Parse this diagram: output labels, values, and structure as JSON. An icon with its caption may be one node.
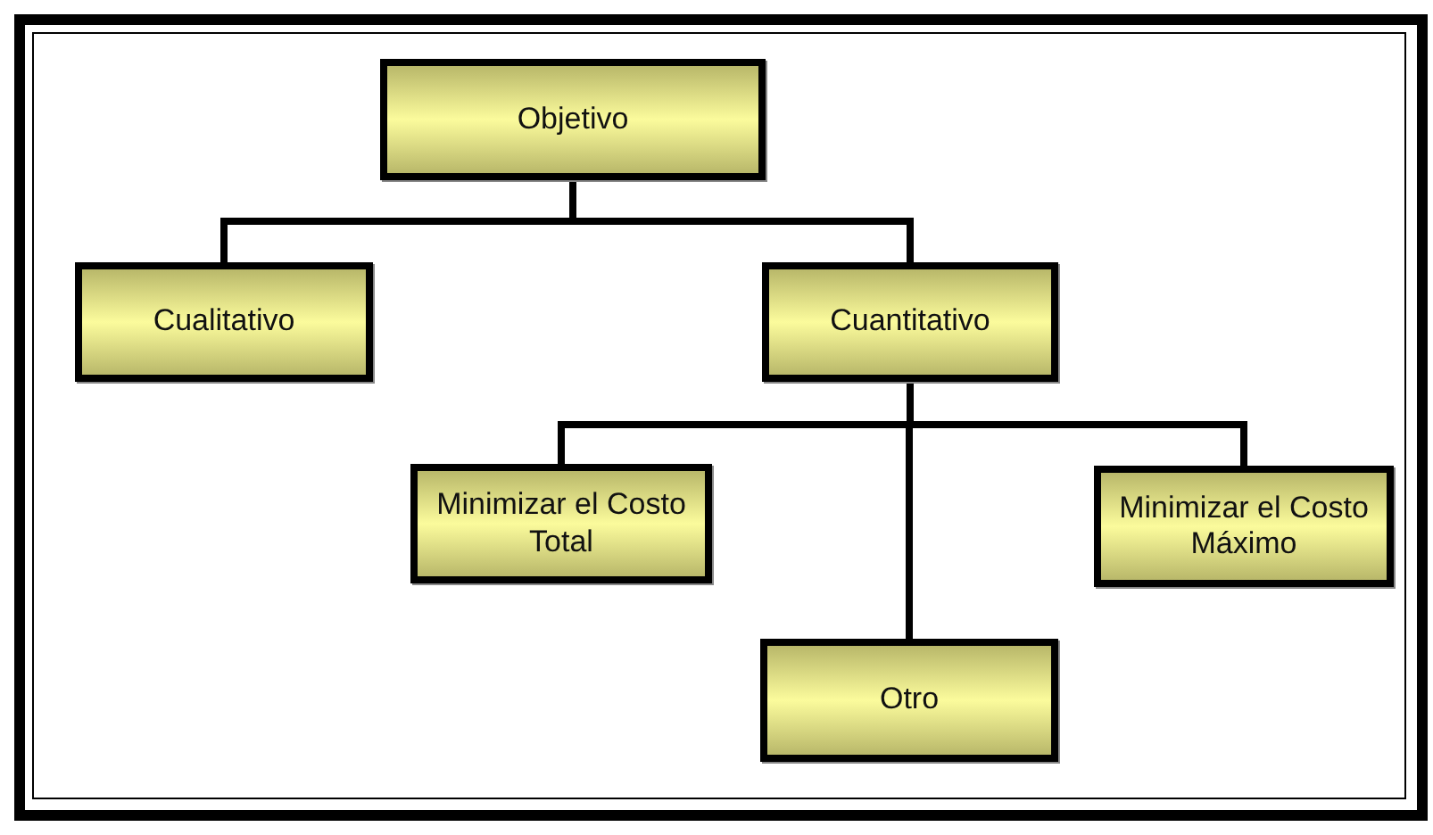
{
  "diagram": {
    "nodes": [
      {
        "text": [
          "Objetivo"
        ]
      },
      {
        "text": [
          "Cualitativo"
        ]
      },
      {
        "text": [
          "Cuantitativo"
        ]
      },
      {
        "text": [
          "Minimizar el Costo Total"
        ]
      },
      {
        "text": [
          "Minimizar el Costo Máximo"
        ]
      },
      {
        "text": [
          "Otro"
        ]
      }
    ],
    "edges": [
      {
        "from": 0,
        "to": 1,
        "arrow": "none"
      },
      {
        "from": 0,
        "to": 2,
        "arrow": "none"
      },
      {
        "from": 2,
        "to": 3,
        "arrow": "none"
      },
      {
        "from": 2,
        "to": 5,
        "arrow": "none"
      },
      {
        "from": 2,
        "to": 4,
        "arrow": "none"
      }
    ]
  }
}
